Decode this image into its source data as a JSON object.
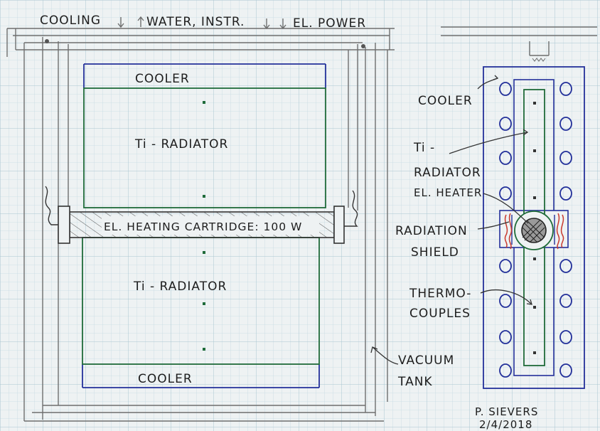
{
  "header": {
    "cooling": "COOLING",
    "water_instr": "WATER, INSTR.",
    "el_power": "EL. POWER"
  },
  "left_view": {
    "cooler_top": "COOLER",
    "radiator_top": "Ti - RADIATOR",
    "cartridge": "EL. HEATING CARTRIDGE: 100 W",
    "radiator_bottom": "Ti - RADIATOR",
    "cooler_bottom": "COOLER"
  },
  "right_view": {
    "cooler": "COOLER",
    "ti": "Ti -",
    "radiator": "RADIATOR",
    "el_heater": "EL. HEATER",
    "radiation": "RADIATION",
    "shield": "SHIELD",
    "thermo": "THERMO-",
    "couples": "COUPLES"
  },
  "vacuum": {
    "line1": "VACUUM",
    "line2": "TANK"
  },
  "signature": {
    "name": "P. SIEVERS",
    "date": "2/4/2018"
  },
  "colors": {
    "paper": "#eef2f3",
    "grid": "#b9d2dc",
    "pencil": "#6e6e6e",
    "blue": "#23309a",
    "green": "#1f6b3a",
    "red": "#c8392e",
    "ink": "#1d1d1d"
  }
}
